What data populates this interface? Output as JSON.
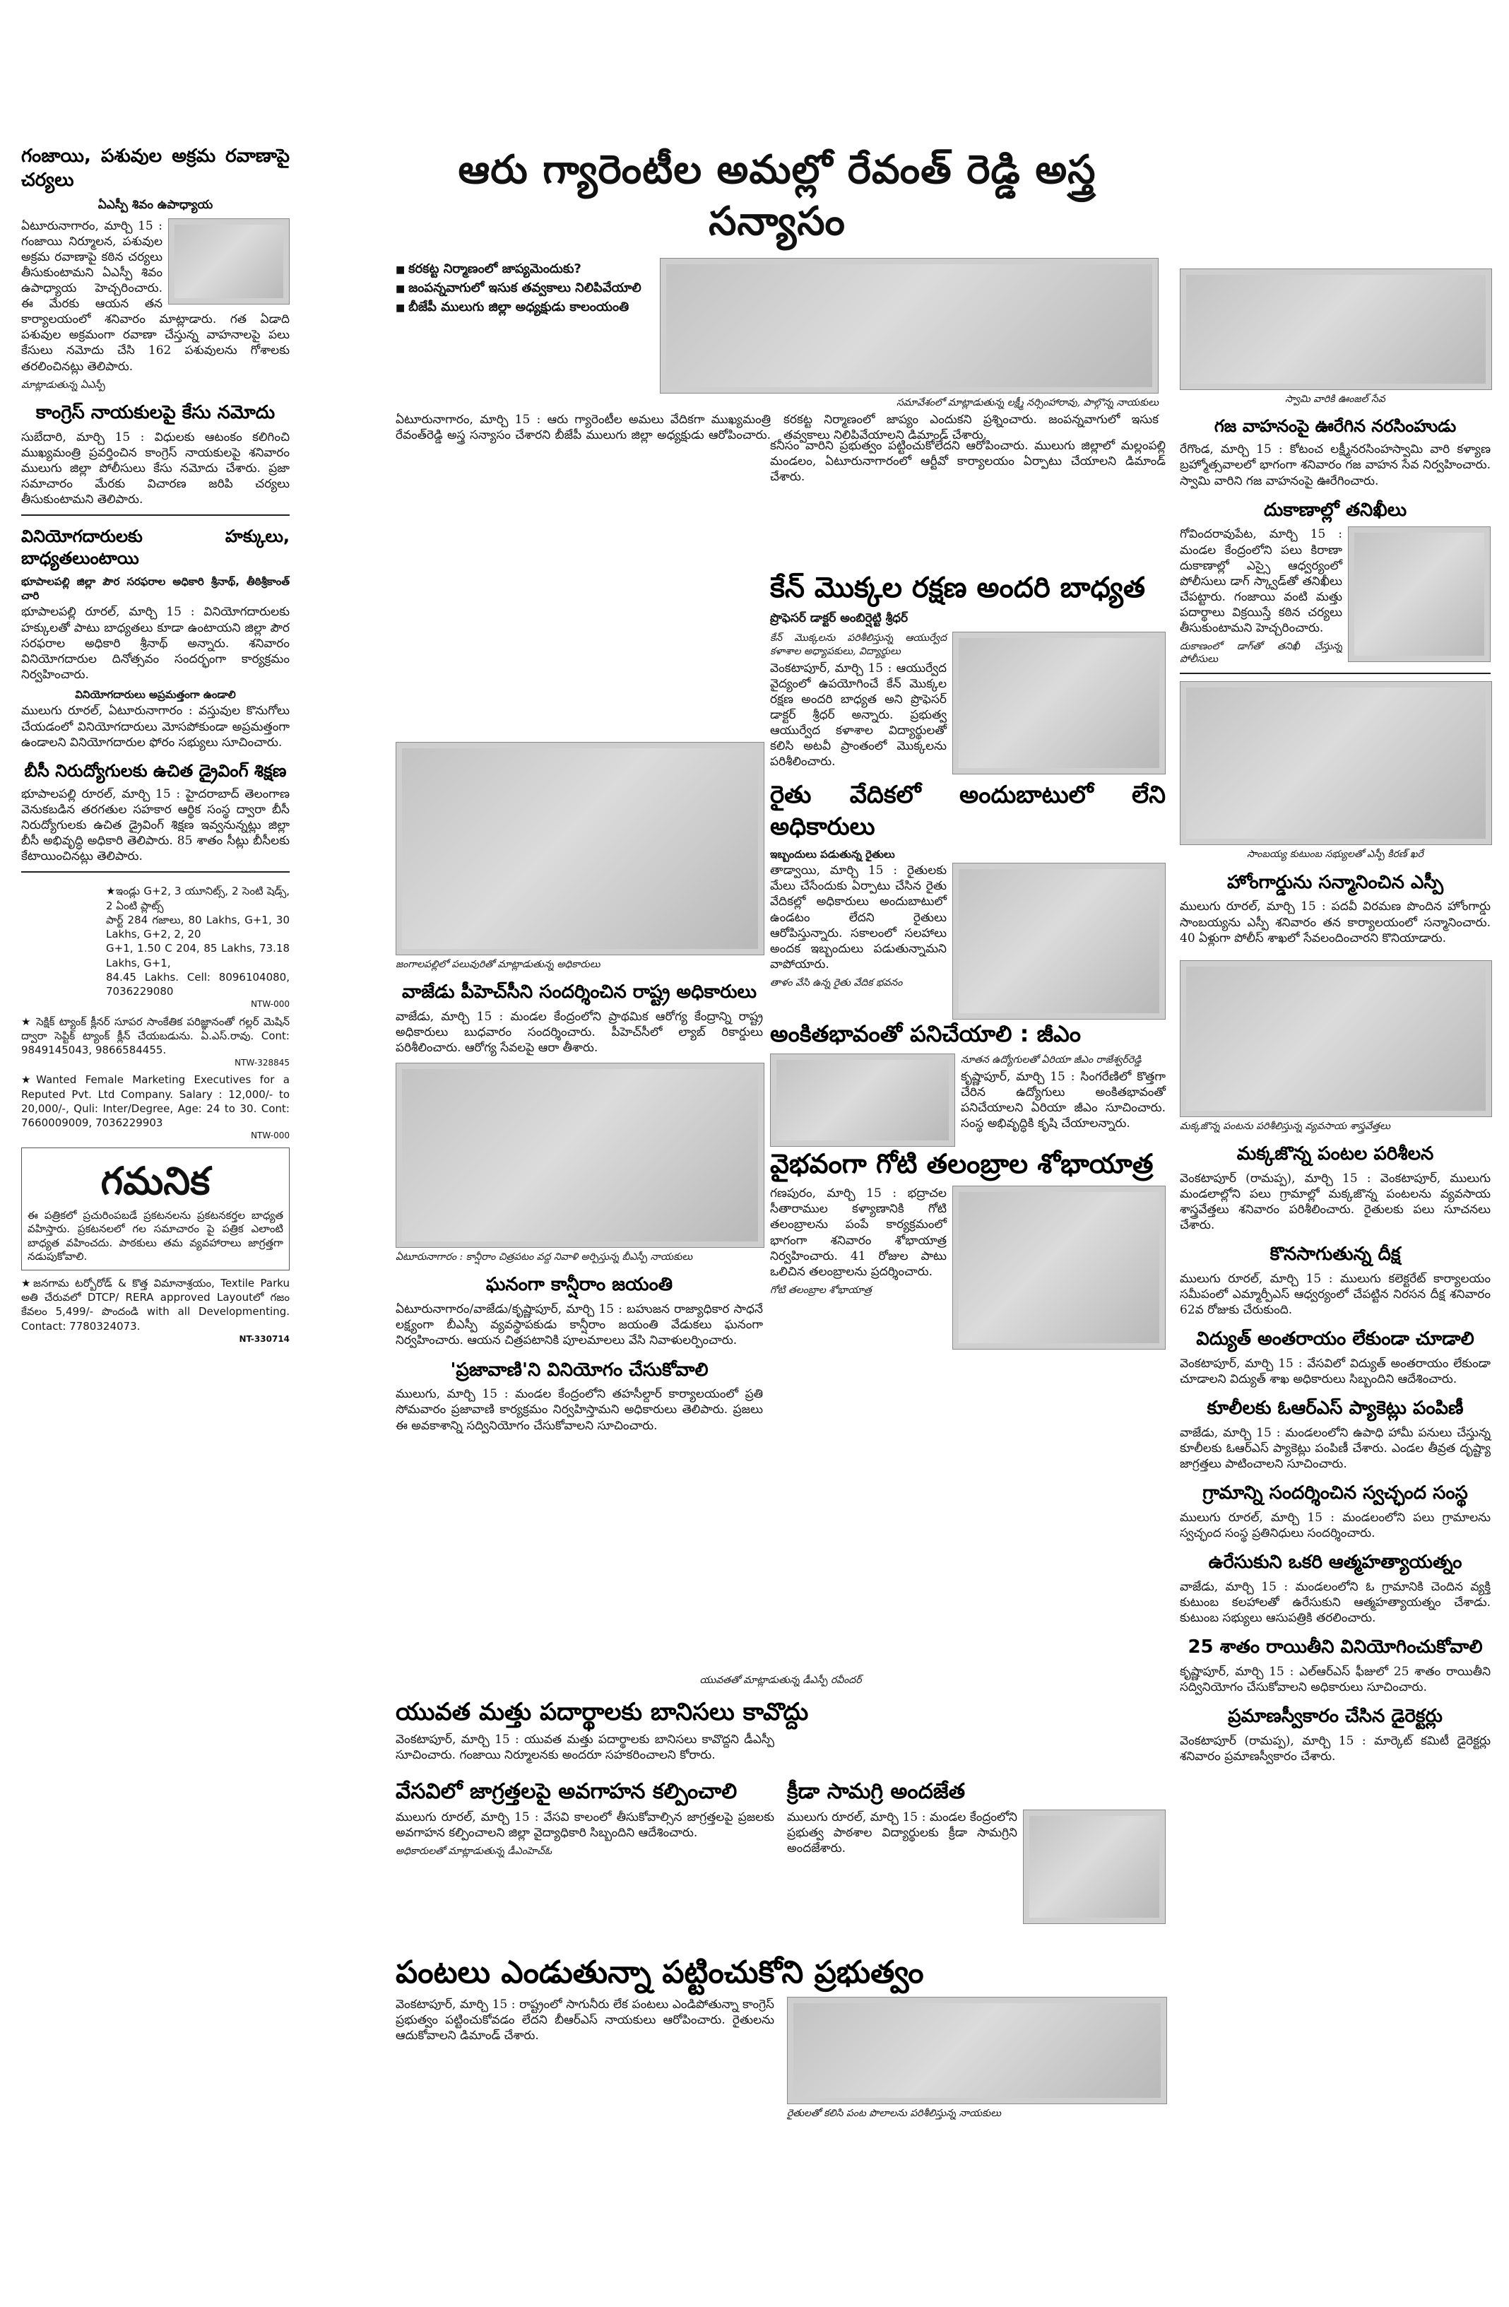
{
  "main_headline": "ఆరు గ్యారెంటీల అమల్లో రేవంత్ రెడ్డి అస్త్ర సన్యాసం",
  "main_bullets": [
    "కరకట్ట నిర్మాణంలో జాప్యమెందుకు?",
    "జంపన్నవాగులో ఇసుక తవ్వకాలు నిలిపివేయాలి",
    "బీజేపీ ములుగు జిల్లా అధ్యక్షుడు కాలంయంతి"
  ],
  "main_caption": "సమావేశంలో మాట్లాడుతున్న లక్ష్మీ నర్సింహారావు, పాల్గొన్న నాయకులు",
  "main_body": "ఏటూరునాగారం, మార్చి 15 : ఆరు గ్యారెంటీల అమలు వేదికగా ముఖ్యమంత్రి రేవంత్‌రెడ్డి అస్త్ర సన్యాసం చేశారని బీజేపీ ములుగు జిల్లా అధ్యక్షుడు ఆరోపించారు. కరకట్ట నిర్మాణంలో జాప్యం ఎందుకని ప్రశ్నించారు. జంపన్నవాగులో ఇసుక తవ్వకాలు నిలిపివేయాలని డిమాండ్ చేశారు.",
  "left_col": {
    "h1": "గంజాయి, పశువుల అక్రమ రవాణాపై చర్యలు",
    "h1_by": "ఏఎస్పీ శివం ఉపాధ్యాయ",
    "h1_caption": "మాట్లాడుతున్న ఏఎస్పీ",
    "h1_body": "ఏటూరునాగారం, మార్చి 15 : గంజాయి నిర్మూలన, పశువుల అక్రమ రవాణాపై కఠిన చర్యలు తీసుకుంటామని ఏఎస్పీ శివం ఉపాధ్యాయ హెచ్చరించారు. ఈ మేరకు ఆయన తన కార్యాలయంలో శనివారం మాట్లాడారు. గత ఏడాది పశువుల అక్రమంగా రవాణా చేస్తున్న వాహనాలపై పలు కేసులు నమోదు చేసి 162 పశువులను గోశాలకు తరలించినట్లు తెలిపారు.",
    "h2": "కాంగ్రెస్ నాయకులపై కేసు నమోదు",
    "h2_body": "సుబేదారి, మార్చి 15 : విధులకు ఆటంకం కలిగించి ముఖ్యమంత్రి ప్రవర్తించిన కాంగ్రెస్ నాయకులపై శనివారం ములుగు జిల్లా పోలీసులు కేసు నమోదు చేశారు. ప్రజా సమాచారం మేరకు విచారణ జరిపి చర్యలు తీసుకుంటామని తెలిపారు.",
    "h3": "వినియోగదారులకు హక్కులు, బాధ్యతలుంటాయి",
    "h3_by": "భూపాలపల్లి జిల్లా పౌర సరఫరాల అధికారి శ్రీనాథ్, తీఠిశ్రీకాంత్ చారి",
    "h3_body": "భూపాలపల్లి రూరల్, మార్చి 15 : వినియోగదారులకు హక్కులతో పాటు బాధ్యతలు కూడా ఉంటాయని జిల్లా పౌర సరఫరాల అధికారి శ్రీనాథ్ అన్నారు. శనివారం వినియోగదారుల దినోత్సవం సందర్భంగా కార్యక్రమం నిర్వహించారు.",
    "h3_sub": "వినియోగదారులు అప్రమత్తంగా ఉండాలి",
    "h3_sub_body": "ములుగు రూరల్, ఏటూరునాగారం : వస్తువుల కొనుగోలు చేయడంలో వినియోగదారులు మోసపోకుండా అప్రమత్తంగా ఉండాలని వినియోగదారుల ఫోరం సభ్యులు సూచించారు.",
    "h4": "బీసీ నిరుద్యోగులకు ఉచిత డ్రైవింగ్ శిక్షణ",
    "h4_body": "భూపాలపల్లి రూరల్, మార్చి 15 : హైదరాబాద్ తెలంగాణ వెనుకబడిన తరగతుల సహకార ఆర్థిక సంస్థ ద్వారా బీసీ నిరుద్యోగులకు ఉచిత డ్రైవింగ్ శిక్షణ ఇవ్వనున్నట్లు జిల్లా బీసీ అభివృద్ధి అధికారి తెలిపారు. 85 శాతం సీట్లు బీసీలకు కేటాయించినట్లు తెలిపారు.",
    "classified_1": "★ సెక్షిక్ ట్యాంక్ క్లీనర్ సూపర సాంకేతిక పరిజ్ఞానంతో గల్లర్ మెషిన్ ద్వారా సెప్టిక్ ట్యాంక్ క్లీన్ చేయబడును. ఏ.ఎస్.రావు. Cont: 9849145043, 9866584455.",
    "classified_1_code": "NTW-328845",
    "classified_2_lines": [
      "★ఇండ్లు G+2, 3 యూనిట్స్, 2 సెంటి షెడ్స్, 2 ఏంటి ప్లాట్స్",
      "పార్ట్ 284 గజాలు, 80 Lakhs, G+1, 30 Lakhs, G+2, 2, 20",
      "G+1, 1.50 C 204, 85 Lakhs, 73.18 Lakhs, G+1,",
      "84.45 Lakhs. Cell: 8096104080, 7036229080"
    ],
    "classified_2_code": "NTW-000",
    "classified_3": "★Wanted Female Marketing Executives for a Reputed Pvt. Ltd Company. Salary : 12,000/- to 20,000/-, Quli: Inter/Degree, Age: 24 to 30. Cont: 7660009009, 7036229903",
    "classified_3_code": "NTW-000",
    "notice_title": "గమనిక",
    "notice_text": "ఈ పత్రికలో ప్రచురింపబడే ప్రకటనలను ప్రకటనకర్తల బాధ్యత వహిస్తారు. ప్రకటనలలో గల సమాచారం పై పత్రిక ఎలాంటి బాధ్యత వహించదు. పాఠకులు తమ వ్యవహారాలు జాగ్రత్తగా నడుపుకోవాలి.",
    "classified_4": "★జనగామ టర్బోరోడ్ & కొత్త విమానాశ్రయం, Textile Parku అతి చేరువలో DTCP/ RERA approved Layoutలో గజం కేవలం 5,499/- పొందండి with all Developmenting. Contact: 7780324073.",
    "classified_4_code": "NT-330714"
  },
  "mid_col": {
    "h1": "వాజేడు పీహెచ్‌సీని సందర్శించిన రాష్ట్ర అధికారులు",
    "h1_kicker": "జంగాలపల్లిలో పలువురితో మాట్లాడుతున్న అధికారులు",
    "h1_body": "వాజేడు, మార్చి 15 : మండల కేంద్రంలోని ప్రాథమిక ఆరోగ్య కేంద్రాన్ని రాష్ట్ర అధికారులు బుధవారం సందర్శించారు. పీహెచ్‌సీలో ల్యాబ్ రికార్డులు పరిశీలించారు. ఆరోగ్య సేవలపై ఆరా తీశారు.",
    "h2": "ఘనంగా కాన్షీరాం జయంతి",
    "h2_kicker": "ఏటూరునాగారం : కాన్షీరాం చిత్రపటం వద్ద నివాళి అర్పిస్తున్న బీఎస్పీ నాయకులు",
    "h2_body": "ఏటూరునాగారం/వాజేడు/కృష్ణాపూర్, మార్చి 15 : బహుజన రాజ్యాధికార సాధనే లక్ష్యంగా బీఎస్పీ వ్యవస్థాపకుడు కాన్షీరాం జయంతి వేడుకలు ఘనంగా నిర్వహించారు. ఆయన చిత్రపటానికి పూలమాలలు వేసి నివాళులర్పించారు.",
    "h3": "'ప్రజావాణి'ని వినియోగం చేసుకోవాలి",
    "h3_body": "ములుగు, మార్చి 15 : మండల కేంద్రంలోని తహసీల్దార్ కార్యాలయంలో ప్రతి సోమవారం ప్రజావాణి కార్యక్రమం నిర్వహిస్తామని అధికారులు తెలిపారు. ప్రజలు ఈ అవకాశాన్ని సద్వినియోగం చేసుకోవాలని సూచించారు."
  },
  "right_col": {
    "h1": "గజ వాహనంపై ఊరేగిన నరసింహుడు",
    "h1_caption": "స్వామి వారికి ఊంజల్ సేవ",
    "h1_body": "రేగొండ, మార్చి 15 : కోటంచ లక్ష్మీనరసింహస్వామి వారి కళ్యాణ బ్రహ్మోత్సవాలలో భాగంగా శనివారం గజ వాహన సేవ నిర్వహించారు. స్వామి వారిని గజ వాహనంపై ఊరేగించారు.",
    "h2": "దుకాణాల్లో తనిఖీలు",
    "h2_caption": "దుకాణంలో డాగ్‌తో తనిఖీ చేస్తున్న పోలీసులు",
    "h2_body": "గోవిందరావుపేట, మార్చి 15 : మండల కేంద్రంలోని పలు కిరాణా దుకాణాల్లో ఎస్సై ఆధ్వర్యంలో పోలీసులు డాగ్ స్క్వాడ్‌తో తనిఖీలు చేపట్టారు. గంజాయి వంటి మత్తు పదార్థాలు విక్రయిస్తే కఠిన చర్యలు తీసుకుంటామని హెచ్చరించారు.",
    "h3": "హోంగార్డును సన్మానించిన ఎస్పీ",
    "h3_caption": "సాంబయ్య కుటుంబ సభ్యులతో ఎస్పీ కిరణ్ ఖరే",
    "h3_body": "ములుగు రూరల్, మార్చి 15 : పదవీ విరమణ పొందిన హోంగార్డు సాంబయ్యను ఎస్పీ శనివారం తన కార్యాలయంలో సన్మానించారు. 40 ఏళ్లుగా పోలీస్ శాఖలో సేవలందించారని కొనియాడారు.",
    "h4": "మక్కజొన్న పంటల పరిశీలన",
    "h4_caption": "మక్కజొన్న పంటను పరిశీలిస్తున్న వ్యవసాయ శాస్త్రవేత్తలు",
    "h4_body": "వెంకటాపూర్ (రామప్ప), మార్చి 15 : వెంకటాపూర్, ములుగు మండలాల్లోని పలు గ్రామాల్లో మక్కజొన్న పంటలను వ్యవసాయ శాస్త్రవేత్తలు శనివారం పరిశీలించారు. రైతులకు పలు సూచనలు చేశారు.",
    "h5": "కొనసాగుతున్న దీక్ష",
    "h5_body": "ములుగు రూరల్, మార్చి 15 : ములుగు కలెక్టరేట్ కార్యాలయం సమీపంలో ఎమ్మార్పీఎస్ ఆధ్వర్యంలో చేపట్టిన నిరసన దీక్ష శనివారం 62వ రోజుకు చేరుకుంది.",
    "h6": "విద్యుత్ అంతరాయం లేకుండా చూడాలి",
    "h6_body": "వెంకటాపూర్, మార్చి 15 : వేసవిలో విద్యుత్ అంతరాయం లేకుండా చూడాలని విద్యుత్ శాఖ అధికారులు సిబ్బందిని ఆదేశించారు.",
    "h7": "కూలీలకు ఓఆర్‌ఎస్ ప్యాకెట్లు పంపిణీ",
    "h7_body": "వాజేడు, మార్చి 15 : మండలంలోని ఉపాధి హామీ పనులు చేస్తున్న కూలీలకు ఓఆర్‌ఎస్ ప్యాకెట్లు పంపిణీ చేశారు. ఎండల తీవ్రత దృష్ట్యా జాగ్రత్తలు పాటించాలని సూచించారు.",
    "h8": "గ్రామాన్ని సందర్శించిన స్వచ్ఛంద సంస్థ",
    "h8_body": "ములుగు రూరల్, మార్చి 15 : మండలంలోని పలు గ్రామాలను స్వచ్ఛంద సంస్థ ప్రతినిధులు సందర్శించారు.",
    "h9": "ఉరేసుకుని ఒకరి ఆత్మహత్యాయత్నం",
    "h9_body": "వాజేడు, మార్చి 15 : మండలంలోని ఓ గ్రామానికి చెందిన వ్యక్తి కుటుంబ కలహాలతో ఉరేసుకుని ఆత్మహత్యాయత్నం చేశాడు. కుటుంబ సభ్యులు ఆసుపత్రికి తరలించారు.",
    "h10": "25 శాతం రాయితీని వినియోగించుకోవాలి",
    "h10_body": "కృష్ణాపూర్, మార్చి 15 : ఎల్ఆర్ఎస్ ఫీజులో 25 శాతం రాయితీని సద్వినియోగం చేసుకోవాలని అధికారులు సూచించారు.",
    "h11": "ప్రమాణస్వీకారం చేసిన డైరెక్టర్లు",
    "h11_body": "వెంకటాపూర్ (రామప్ప), మార్చి 15 : మార్కెట్ కమిటీ డైరెక్టర్లు శనివారం ప్రమాణస్వీకారం చేశారు."
  },
  "center": {
    "col3_body": "కనీసం వారిని ప్రభుత్వం పట్టించుకోలేదని ఆరోపించారు. ములుగు జిల్లాలో మల్లంపల్లి మండలం, ఏటూరునాగారంలో ఆర్టీవో కార్యాలయం ఏర్పాటు చేయాలని డిమాండ్ చేశారు.",
    "h_cane": "కేన్ మొక్కల రక్షణ అందరి బాధ్యత",
    "h_cane_by": "ప్రొఫెసర్ డాక్టర్ అంబిర్షెట్టి శ్రీధర్",
    "h_cane_caption": "కేన్ మొక్కలను పరిశీలిస్తున్న ఆయుర్వేద కళాశాల అధ్యాపకులు, విద్యార్థులు",
    "h_cane_body": "వెంకటాపూర్, మార్చి 15 : ఆయుర్వేద వైద్యంలో ఉపయోగించే కేన్ మొక్కల రక్షణ అందరి బాధ్యత అని ప్రొఫెసర్ డాక్టర్ శ్రీధర్ అన్నారు. ప్రభుత్వ ఆయుర్వేద కళాశాల విద్యార్థులతో కలిసి అటవీ ప్రాంతంలో మొక్కలను పరిశీలించారు.",
    "h_rythu": "రైతు వేదికలో అందుబాటులో లేని అధికారులు",
    "h_rythu_kicker": "ఇబ్బందులు పడుతున్న రైతులు",
    "h_rythu_body": "తాడ్వాయి, మార్చి 15 : రైతులకు మేలు చేసేందుకు ఏర్పాటు చేసిన రైతు వేదికల్లో అధికారులు అందుబాటులో ఉండటం లేదని రైతులు ఆరోపిస్తున్నారు. సకాలంలో సలహాలు అందక ఇబ్బందులు పడుతున్నామని వాపోయారు.",
    "h_rythu_caption": "తాళం వేసి ఉన్న రైతు వేదిక భవనం",
    "h_ankitha": "అంకితభావంతో పనిచేయాలి : జీఎం",
    "h_ankitha_kicker": "నూతన ఉద్యోగులతో ఏరియా జీఎం రాజేశ్వర్‌రెడ్డి",
    "h_ankitha_body": "కృష్ణాపూర్, మార్చి 15 : సింగరేణిలో కొత్తగా చేరిన ఉద్యోగులు అంకితభావంతో పనిచేయాలని ఏరియా జీఎం సూచించారు. సంస్థ అభివృద్ధికి కృషి చేయాలన్నారు.",
    "h_vaibhavam": "వైభవంగా గోటి తలంబ్రాల శోభాయాత్ర",
    "h_vaibhavam_caption": "గోటి తలంబ్రాల శోభాయాత్ర",
    "h_vaibhavam_body": "గణపురం, మార్చి 15 : భద్రాచల సీతారాముల కళ్యాణానికి గోటి తలంబ్రాలను పంపే కార్యక్రమంలో భాగంగా శనివారం శోభాయాత్ర నిర్వహించారు. 41 రోజుల పాటు ఒలిచిన తలంబ్రాలను ప్రదర్శించారు.",
    "h_yuvatha": "యువత మత్తు పదార్థాలకు బానిసలు కావొద్దు",
    "h_yuvatha_kicker": "యువతతో మాట్లాడుతున్న డీఎస్పీ రవీందర్",
    "h_yuvatha_body": "వెంకటాపూర్, మార్చి 15 : యువత మత్తు పదార్థాలకు బానిసలు కావొద్దని డీఎస్పీ సూచించారు. గంజాయి నిర్మూలనకు అందరూ సహకరించాలని కోరారు.",
    "h_vesavi": "వేసవిలో జాగ్రత్తలపై అవగాహన కల్పించాలి",
    "h_vesavi_caption": "అధికారులతో మాట్లాడుతున్న డీఎంహెచ్ఓ",
    "h_vesavi_body": "ములుగు రూరల్, మార్చి 15 : వేసవి కాలంలో తీసుకోవాల్సిన జాగ్రత్తలపై ప్రజలకు అవగాహన కల్పించాలని జిల్లా వైద్యాధికారి సిబ్బందిని ఆదేశించారు.",
    "h_kreeda": "క్రీడా సామగ్రి అందజేత",
    "h_kreeda_body": "ములుగు రూరల్, మార్చి 15 : మండల కేంద్రంలోని ప్రభుత్వ పాఠశాల విద్యార్థులకు క్రీడా సామగ్రిని అందజేశారు.",
    "h_pantalu": "పంటలు ఎండుతున్నా పట్టించుకోని ప్రభుత్వం",
    "h_pantalu_caption": "రైతులతో కలిసి పంట పొలాలను పరిశీలిస్తున్న నాయకులు",
    "h_pantalu_body": "వెంకటాపూర్, మార్చి 15 : రాష్ట్రంలో సాగునీరు లేక పంటలు ఎండిపోతున్నా కాంగ్రెస్ ప్రభుత్వం పట్టించుకోవడం లేదని బీఆర్‌ఎస్ నాయకులు ఆరోపించారు. రైతులను ఆదుకోవాలని డిమాండ్ చేశారు."
  }
}
